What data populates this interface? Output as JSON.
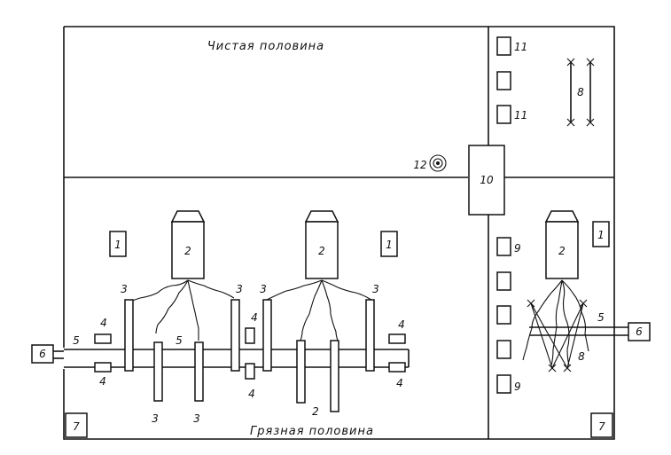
{
  "titles": {
    "clean_half": "Чистая половина",
    "dirty_half": "Грязная половина"
  },
  "labels": {
    "n1": "1",
    "n2": "2",
    "n3": "3",
    "n4": "4",
    "n5": "5",
    "n6": "6",
    "n7": "7",
    "n8": "8",
    "n9": "9",
    "n10": "10",
    "n11": "11",
    "n12": "12"
  }
}
